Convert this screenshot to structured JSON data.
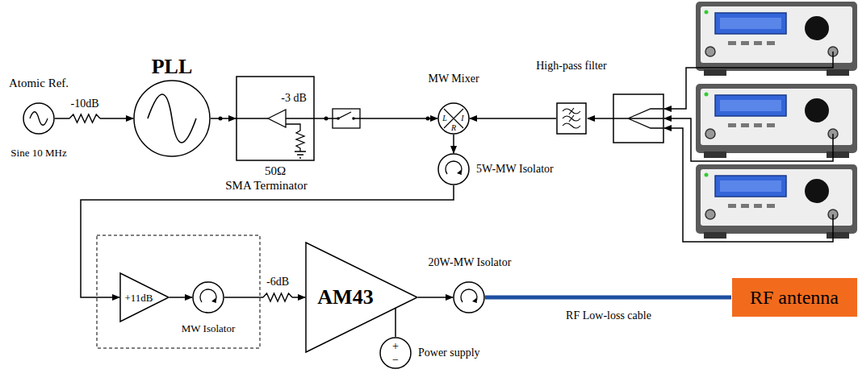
{
  "diagram": {
    "nodes": [
      {
        "text": [
          "Atomic Ref.",
          "Sine 10 MHz"
        ]
      },
      {
        "text": [
          "PLL"
        ]
      },
      {
        "text": [
          "-3 dB"
        ]
      },
      {
        "text": [
          "MW Mixer",
          "L",
          "I",
          "R"
        ]
      },
      {
        "text": [
          "High-pass filter"
        ]
      },
      {
        "text": [
          "5W-MW Isolator"
        ]
      },
      {
        "text": [
          "+11dB"
        ]
      },
      {
        "text": [
          "MW Isolator"
        ]
      },
      {
        "text": [
          "AM43"
        ]
      },
      {
        "text": [
          "20W-MW Isolator"
        ]
      },
      {
        "text": [
          "RF antenna"
        ]
      },
      {
        "text": [
          "+",
          "−",
          "Power supply"
        ]
      }
    ],
    "edges": [
      {
        "from": 0,
        "to": 1,
        "arrow": "to",
        "label": "-10dB"
      },
      {
        "from": 1,
        "to": 2,
        "arrow": "to"
      },
      {
        "from": 2,
        "to": 3,
        "arrow": "to"
      },
      {
        "from": 4,
        "to": 3,
        "arrow": "to"
      },
      {
        "from": 3,
        "to": 5,
        "arrow": "to"
      },
      {
        "from": 5,
        "to": 6,
        "arrow": "to"
      },
      {
        "from": 6,
        "to": 7,
        "arrow": "to"
      },
      {
        "from": 7,
        "to": 8,
        "arrow": "to",
        "label": "-6dB"
      },
      {
        "from": 8,
        "to": 9,
        "arrow": "to"
      },
      {
        "from": 9,
        "to": 10,
        "arrow": "none",
        "label": "RF Low-loss cable"
      },
      {
        "from": 11,
        "to": 8,
        "arrow": "none"
      }
    ],
    "labels": [
      "50Ω",
      "SMA Terminator"
    ]
  }
}
